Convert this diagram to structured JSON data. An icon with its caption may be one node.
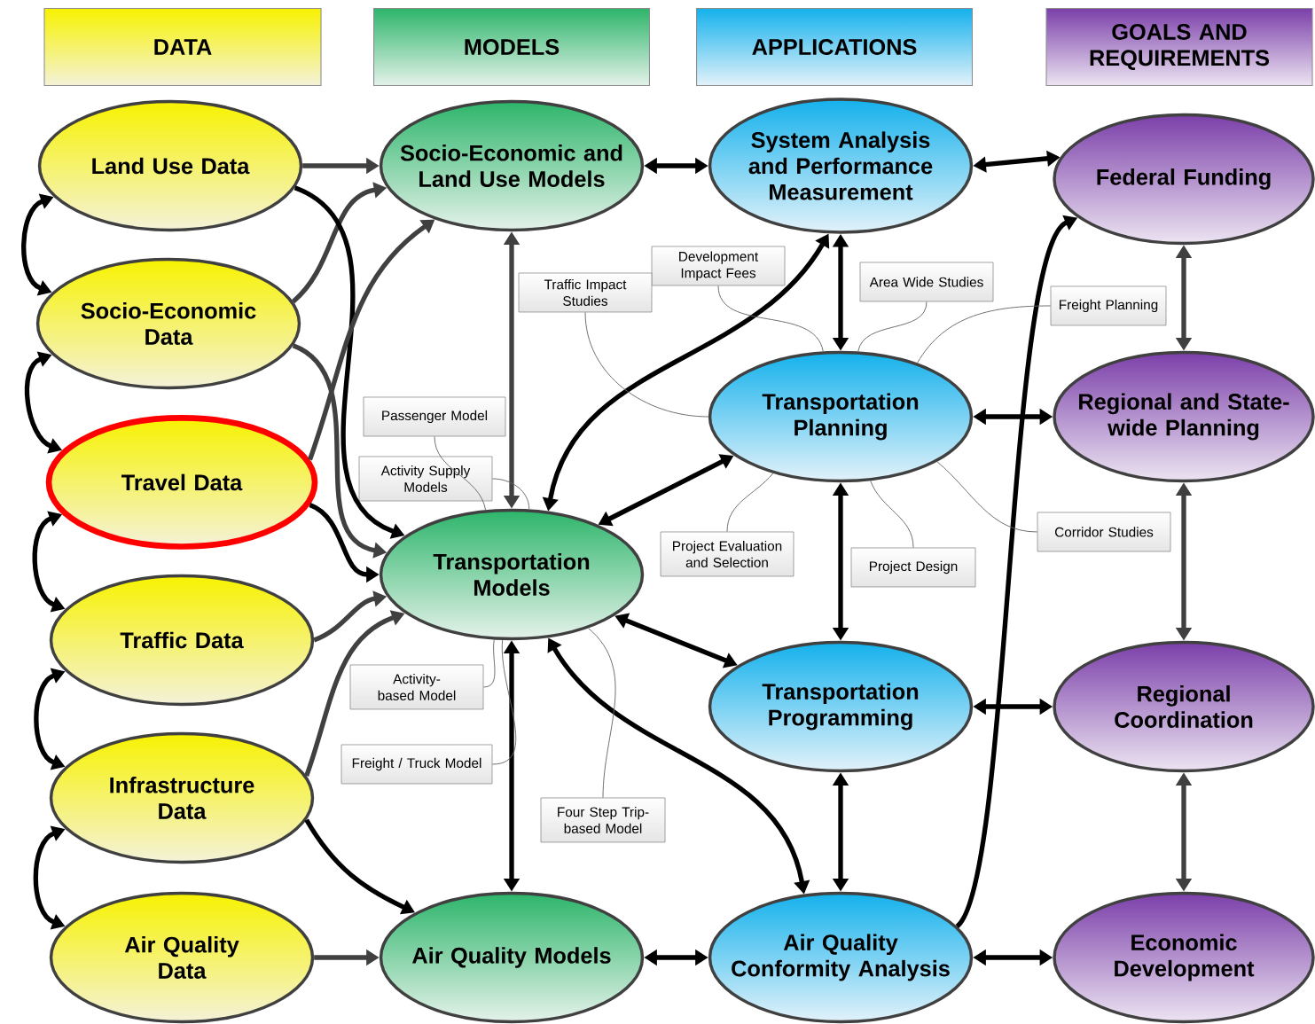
{
  "diagram": {
    "nodes": [
      {
        "text": [
          "DATA"
        ]
      },
      {
        "text": [
          "MODELS"
        ]
      },
      {
        "text": [
          "APPLICATIONS"
        ]
      },
      {
        "text": [
          "GOALS AND REQUIREMENTS"
        ]
      },
      {
        "text": [
          "Land Use Data"
        ]
      },
      {
        "text": [
          "Socio-Economic Data"
        ]
      },
      {
        "text": [
          "Travel Data"
        ]
      },
      {
        "text": [
          "Traffic Data"
        ]
      },
      {
        "text": [
          "Infrastructure Data"
        ]
      },
      {
        "text": [
          "Air Quality Data"
        ]
      },
      {
        "text": [
          "Socio-Economic and Land Use Models"
        ]
      },
      {
        "text": [
          "Transportation Models"
        ]
      },
      {
        "text": [
          "Air Quality Models"
        ]
      },
      {
        "text": [
          "System Analysis and Performance Measurement"
        ]
      },
      {
        "text": [
          "Transportation Planning"
        ]
      },
      {
        "text": [
          "Transportation Programming"
        ]
      },
      {
        "text": [
          "Air Quality Conformity Analysis"
        ]
      },
      {
        "text": [
          "Federal Funding"
        ]
      },
      {
        "text": [
          "Regional and State-wide Planning"
        ]
      },
      {
        "text": [
          "Regional Coordination"
        ]
      },
      {
        "text": [
          "Economic Development"
        ]
      },
      {
        "text": [
          "Development Impact Fees"
        ]
      },
      {
        "text": [
          "Area Wide Studies"
        ]
      },
      {
        "text": [
          "Freight Planning"
        ]
      },
      {
        "text": [
          "Traffic Impact Studies"
        ]
      },
      {
        "text": [
          "Passenger Model"
        ]
      },
      {
        "text": [
          "Activity Supply Models"
        ]
      },
      {
        "text": [
          "Project Evaluation and Selection"
        ]
      },
      {
        "text": [
          "Project Design"
        ]
      },
      {
        "text": [
          "Corridor Studies"
        ]
      },
      {
        "text": [
          "Activity-based Model"
        ]
      },
      {
        "text": [
          "Four Step Trip-based Model"
        ]
      },
      {
        "text": [
          "Freight / Truck Model"
        ]
      }
    ],
    "edges": [
      {
        "from": 4,
        "to": 5,
        "arrow": "both"
      },
      {
        "from": 5,
        "to": 6,
        "arrow": "both"
      },
      {
        "from": 6,
        "to": 7,
        "arrow": "both"
      },
      {
        "from": 7,
        "to": 8,
        "arrow": "both"
      },
      {
        "from": 8,
        "to": 9,
        "arrow": "both"
      },
      {
        "from": 4,
        "to": 10,
        "arrow": "to",
        "color": "#404040"
      },
      {
        "from": 5,
        "to": 10,
        "arrow": "to",
        "color": "#404040"
      },
      {
        "from": 4,
        "to": 11,
        "arrow": "to"
      },
      {
        "from": 5,
        "to": 11,
        "arrow": "to",
        "color": "#404040"
      },
      {
        "from": 6,
        "to": 10,
        "arrow": "to",
        "color": "#404040"
      },
      {
        "from": 6,
        "to": 11,
        "arrow": "to"
      },
      {
        "from": 7,
        "to": 11,
        "arrow": "to",
        "color": "#404040"
      },
      {
        "from": 8,
        "to": 11,
        "arrow": "to",
        "color": "#404040"
      },
      {
        "from": 8,
        "to": 12,
        "arrow": "to"
      },
      {
        "from": 9,
        "to": 12,
        "arrow": "to",
        "color": "#404040"
      },
      {
        "from": 10,
        "to": 13,
        "arrow": "both"
      },
      {
        "from": 10,
        "to": 11,
        "arrow": "both",
        "color": "#404040"
      },
      {
        "from": 11,
        "to": 12,
        "arrow": "both"
      },
      {
        "from": 12,
        "to": 16,
        "arrow": "both"
      },
      {
        "from": 11,
        "to": 13,
        "arrow": "both"
      },
      {
        "from": 11,
        "to": 14,
        "arrow": "both"
      },
      {
        "from": 11,
        "to": 15,
        "arrow": "both"
      },
      {
        "from": 11,
        "to": 16,
        "arrow": "both"
      },
      {
        "from": 13,
        "to": 14,
        "arrow": "both"
      },
      {
        "from": 14,
        "to": 15,
        "arrow": "both"
      },
      {
        "from": 15,
        "to": 16,
        "arrow": "both"
      },
      {
        "from": 13,
        "to": 17,
        "arrow": "both"
      },
      {
        "from": 14,
        "to": 18,
        "arrow": "both"
      },
      {
        "from": 15,
        "to": 19,
        "arrow": "both"
      },
      {
        "from": 16,
        "to": 20,
        "arrow": "both"
      },
      {
        "from": 16,
        "to": 17,
        "arrow": "to"
      },
      {
        "from": 17,
        "to": 18,
        "arrow": "both",
        "color": "#404040"
      },
      {
        "from": 18,
        "to": 19,
        "arrow": "both",
        "color": "#404040"
      },
      {
        "from": 19,
        "to": 20,
        "arrow": "both",
        "color": "#404040"
      },
      {
        "from": 21,
        "to": 14,
        "arrow": "none",
        "color": "#666666"
      },
      {
        "from": 22,
        "to": 14,
        "arrow": "none",
        "color": "#666666"
      },
      {
        "from": 23,
        "to": 14,
        "arrow": "none",
        "color": "#666666"
      },
      {
        "from": 24,
        "to": 14,
        "arrow": "none",
        "color": "#666666"
      },
      {
        "from": 27,
        "to": 14,
        "arrow": "none",
        "color": "#666666"
      },
      {
        "from": 28,
        "to": 14,
        "arrow": "none",
        "color": "#666666"
      },
      {
        "from": 29,
        "to": 14,
        "arrow": "none",
        "color": "#666666"
      },
      {
        "from": 25,
        "to": 11,
        "arrow": "none",
        "color": "#666666"
      },
      {
        "from": 26,
        "to": 11,
        "arrow": "none",
        "color": "#666666"
      },
      {
        "from": 30,
        "to": 11,
        "arrow": "none",
        "color": "#666666"
      },
      {
        "from": 31,
        "to": 11,
        "arrow": "none",
        "color": "#666666"
      },
      {
        "from": 32,
        "to": 11,
        "arrow": "none",
        "color": "#666666"
      }
    ]
  }
}
